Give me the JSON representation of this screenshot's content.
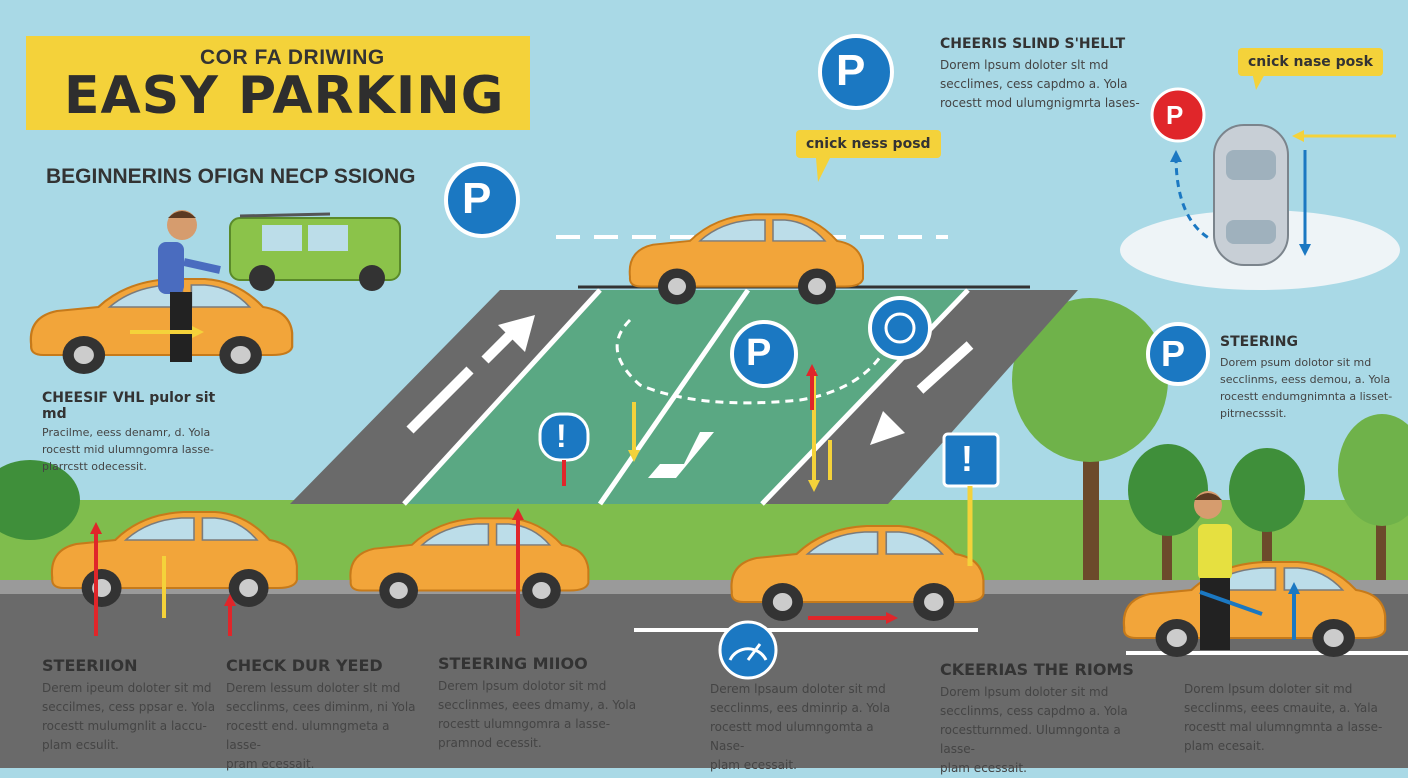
{
  "title": {
    "small": "COR FA DRIWING",
    "main": "EASY  PARKING"
  },
  "subtitle": "BEGINNERINS OFIGN NECP SSIONG",
  "callouts": {
    "top_center": "cnick ness posd",
    "top_right": "cnick nase posk"
  },
  "sections": {
    "top_middle": {
      "heading": "CHEERIS SLIND S'HELLT",
      "lines": [
        "Dorem lpsum doloter slt md",
        "secclimes, cess capdmo a. Yola",
        "rocestt mod ulumgnigmrta lases-"
      ]
    },
    "steering_right": {
      "heading": "STEERING",
      "lines": [
        "Dorem psum dolotor sit md",
        "secclinms, eess demou, a. Yola",
        "rocestt endumgnimnta a lisset-",
        "pitrnecsssit."
      ]
    },
    "left_mid": {
      "heading": "CHEESIF VHL pulor sit md",
      "lines": [
        "Pracilme, eess denamr, d. Yola",
        "rocestt mid ulumngomra lasse-",
        "plarrcstt odecessit."
      ]
    },
    "bottom": [
      {
        "heading": "STEERIION",
        "lines": [
          "Derem ipeum doloter sit md",
          "seccilmes, cess ppsar e. Yola",
          "rocestt mulumgnlit a laccu-",
          "plam ecsulit."
        ]
      },
      {
        "heading": "CHECK DUR YEED",
        "lines": [
          "Derem lessum doloter slt md",
          "secclinms, cees diminm, ni Yola",
          "rocestt end. ulumngmeta a lasse-",
          "pram ecessait."
        ]
      },
      {
        "heading": "STEERING MIIOO",
        "lines": [
          "Derem lpsum dolotor sit md",
          "secclinmes, eees dmamy, a. Yola",
          "rocestt ulumngomra a lasse-",
          "pramnod ecessit."
        ]
      },
      {
        "heading": "",
        "lines": [
          "Derem lpsaum doloter sit md",
          "secclinms, ees dminrip a. Yola",
          "rocestt mod ulumngomta a Nase-",
          "plam ecessait."
        ]
      },
      {
        "heading": "CKEERIAS THE RIOMS",
        "lines": [
          "Dorem lpsum doloter sit md",
          "secclinms, cess capdmo a. Yola",
          "rocestturnmed. Ulumngonta a lasse-",
          "plam ecessait."
        ]
      },
      {
        "heading": "",
        "lines": [
          "Dorem lpsum doloter sit md",
          "secclinms, eees cmauite, a. Yala",
          "rocestt mal ulumngmnta a lasse-",
          "plam ecesait."
        ]
      }
    ]
  },
  "signs": {
    "parking_letter": "P",
    "warning_mark": "!"
  },
  "colors": {
    "sky": "#a9d9e6",
    "banner": "#f4d23a",
    "car_body": "#f2a53a",
    "parking_sign": "#1b78c2",
    "road": "#6a6a6a",
    "lot_green": "#5aa883",
    "grass": "#7fbd4d",
    "arrow_red": "#e0262a",
    "arrow_yellow": "#f4d23a"
  }
}
